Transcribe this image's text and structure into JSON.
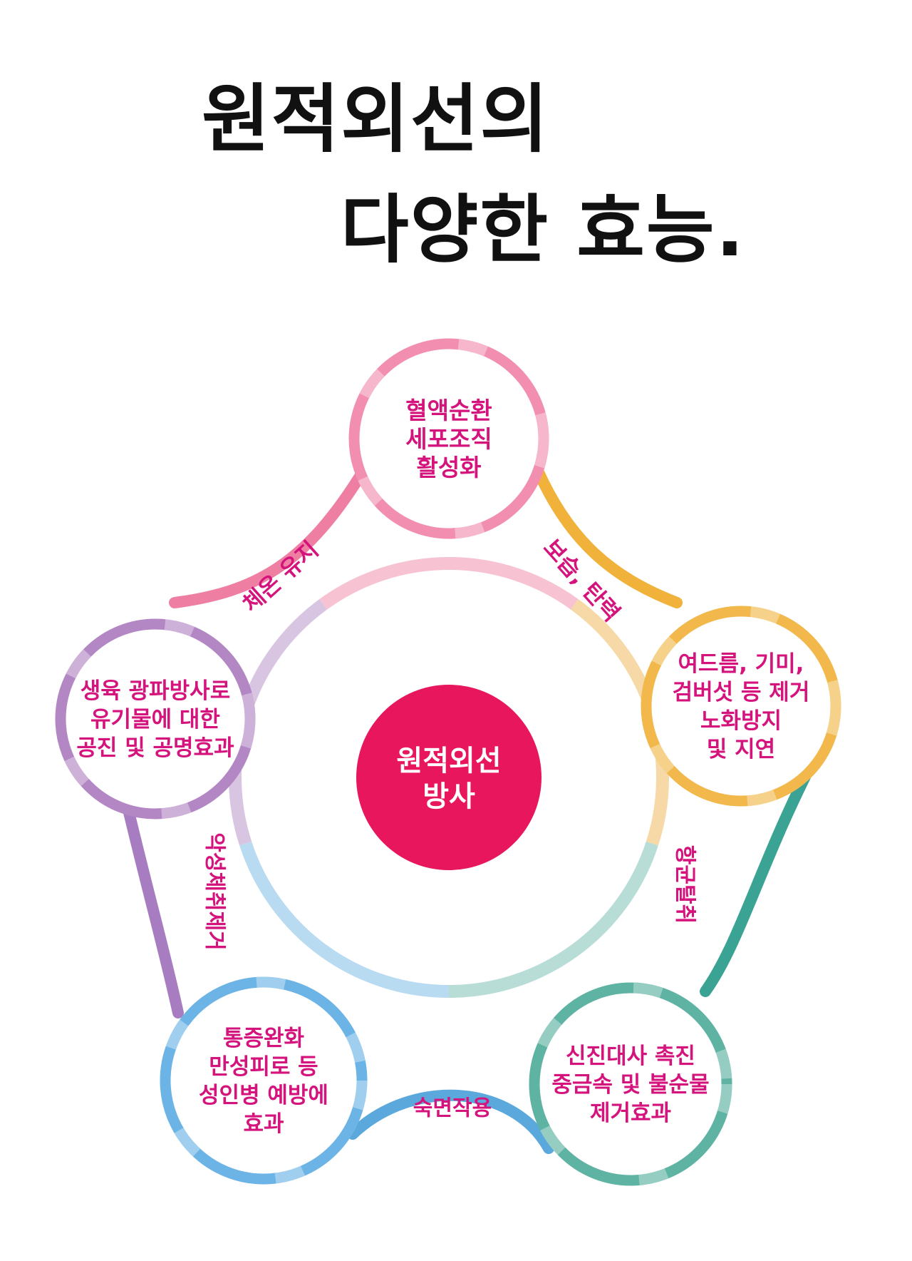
{
  "title": {
    "line1": "원적외선의",
    "line2": "다양한 효능."
  },
  "center": {
    "lines": [
      "원적외선",
      "방사"
    ],
    "color": "#e8175d"
  },
  "nodes": [
    {
      "id": "top",
      "color": "#f28fb0",
      "lines": [
        "혈액순환",
        "세포조직",
        "활성화"
      ]
    },
    {
      "id": "right",
      "color": "#f2b84b",
      "lines": [
        "여드름, 기미,",
        "검버섯 등 제거",
        "노화방지",
        "및 지연"
      ]
    },
    {
      "id": "bottom-right",
      "color": "#5fb3a3",
      "lines": [
        "신진대사 촉진",
        "중금속 및 불순물",
        "제거효과"
      ]
    },
    {
      "id": "bottom-left",
      "color": "#6cb4e6",
      "lines": [
        "통증완화",
        "만성피로 등",
        "성인병 예방에",
        "효과"
      ]
    },
    {
      "id": "left",
      "color": "#b387c4",
      "lines": [
        "생육 광파방사로",
        "유기물에 대한",
        "공진 및 공명효과"
      ]
    }
  ],
  "links": [
    {
      "id": "top-right",
      "label": "보습, 탄력",
      "color": "#f0b23a"
    },
    {
      "id": "right-bottomright",
      "label": "항균탈취",
      "color": "#3aa394"
    },
    {
      "id": "bottomright-bottomleft",
      "label": "숙면작용",
      "color": "#5aa8dc"
    },
    {
      "id": "bottomleft-left",
      "label": "악성체취제거",
      "color": "#a87cc0"
    },
    {
      "id": "left-top",
      "label": "체온 유지",
      "color": "#ee7fa3"
    }
  ],
  "text_color": "#d4137c"
}
